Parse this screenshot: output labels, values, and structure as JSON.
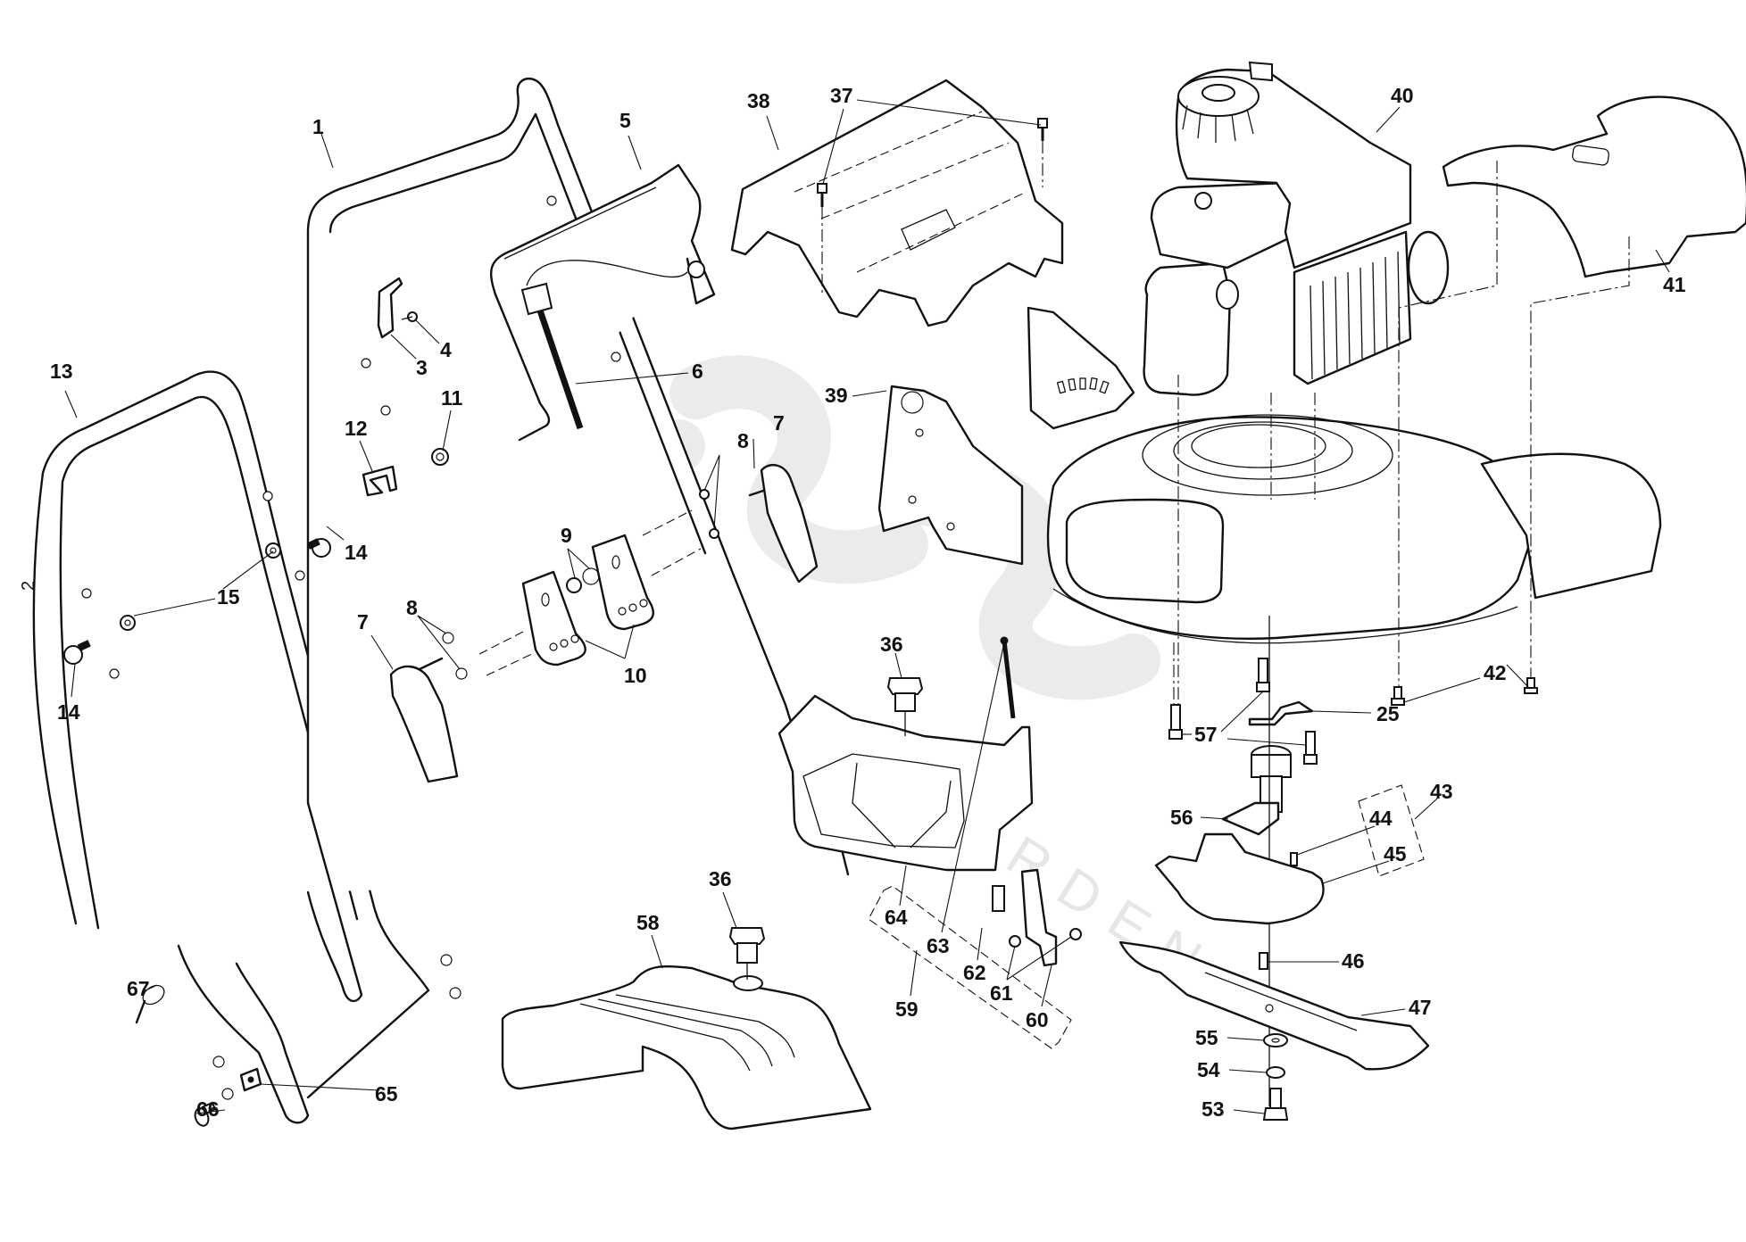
{
  "diagram": {
    "type": "exploded-parts-diagram",
    "subject": "Lawn mower assembly (handle, engine, deck, blade, grass catcher)",
    "watermark_text": "GARDEN",
    "page_marker": "2",
    "callouts": [
      {
        "id": "1",
        "part": "upper-handle"
      },
      {
        "id": "2",
        "part": "page-marker"
      },
      {
        "id": "3",
        "part": "cable-guide-bracket"
      },
      {
        "id": "4",
        "part": "bracket-screw"
      },
      {
        "id": "5",
        "part": "brake-control-bail"
      },
      {
        "id": "6",
        "part": "brake-cable"
      },
      {
        "id": "7",
        "part": "handle-knob"
      },
      {
        "id": "8",
        "part": "handle-nut"
      },
      {
        "id": "9",
        "part": "nut-and-washer"
      },
      {
        "id": "10",
        "part": "handle-height-bracket"
      },
      {
        "id": "11",
        "part": "cable-nut"
      },
      {
        "id": "12",
        "part": "cable-clip"
      },
      {
        "id": "13",
        "part": "lower-handle"
      },
      {
        "id": "14",
        "part": "handle-bolt"
      },
      {
        "id": "15",
        "part": "handle-locknut"
      },
      {
        "id": "25",
        "part": "bracket"
      },
      {
        "id": "36",
        "part": "mounting-knob"
      },
      {
        "id": "37",
        "part": "cover-screw"
      },
      {
        "id": "38",
        "part": "top-cover"
      },
      {
        "id": "39",
        "part": "rear-bracket"
      },
      {
        "id": "40",
        "part": "engine"
      },
      {
        "id": "41",
        "part": "front-cover"
      },
      {
        "id": "42",
        "part": "cover-screw"
      },
      {
        "id": "43",
        "part": "blade-adapter-kit"
      },
      {
        "id": "44",
        "part": "adapter-screw"
      },
      {
        "id": "45",
        "part": "blade-adapter"
      },
      {
        "id": "46",
        "part": "adapter-bolt"
      },
      {
        "id": "47",
        "part": "blade"
      },
      {
        "id": "53",
        "part": "blade-bolt"
      },
      {
        "id": "54",
        "part": "lock-washer"
      },
      {
        "id": "55",
        "part": "blade-washer"
      },
      {
        "id": "56",
        "part": "blade-adapter-hub"
      },
      {
        "id": "57",
        "part": "engine-bolt"
      },
      {
        "id": "58",
        "part": "side-discharge-chute"
      },
      {
        "id": "59",
        "part": "rear-flap-kit"
      },
      {
        "id": "60",
        "part": "flap-bracket"
      },
      {
        "id": "61",
        "part": "flap-nut"
      },
      {
        "id": "62",
        "part": "flap-spring"
      },
      {
        "id": "63",
        "part": "flap-rod"
      },
      {
        "id": "64",
        "part": "rear-flap"
      },
      {
        "id": "65",
        "part": "clip-nut"
      },
      {
        "id": "66",
        "part": "handle-pin"
      },
      {
        "id": "67",
        "part": "cable-tie"
      }
    ],
    "labels": {
      "l1": "1",
      "l2": "2",
      "l3": "3",
      "l4": "4",
      "l5": "5",
      "l6": "6",
      "l7a": "7",
      "l7b": "7",
      "l8a": "8",
      "l8b": "8",
      "l9": "9",
      "l10": "10",
      "l11": "11",
      "l12": "12",
      "l13": "13",
      "l14a": "14",
      "l14b": "14",
      "l15": "15",
      "l25": "25",
      "l36a": "36",
      "l36b": "36",
      "l37": "37",
      "l38": "38",
      "l39": "39",
      "l40": "40",
      "l41": "41",
      "l42": "42",
      "l43": "43",
      "l44": "44",
      "l45": "45",
      "l46": "46",
      "l47": "47",
      "l53": "53",
      "l54": "54",
      "l55": "55",
      "l56": "56",
      "l57": "57",
      "l58": "58",
      "l59": "59",
      "l60": "60",
      "l61": "61",
      "l62": "62",
      "l63": "63",
      "l64": "64",
      "l65": "65",
      "l66": "66",
      "l67": "67"
    }
  }
}
